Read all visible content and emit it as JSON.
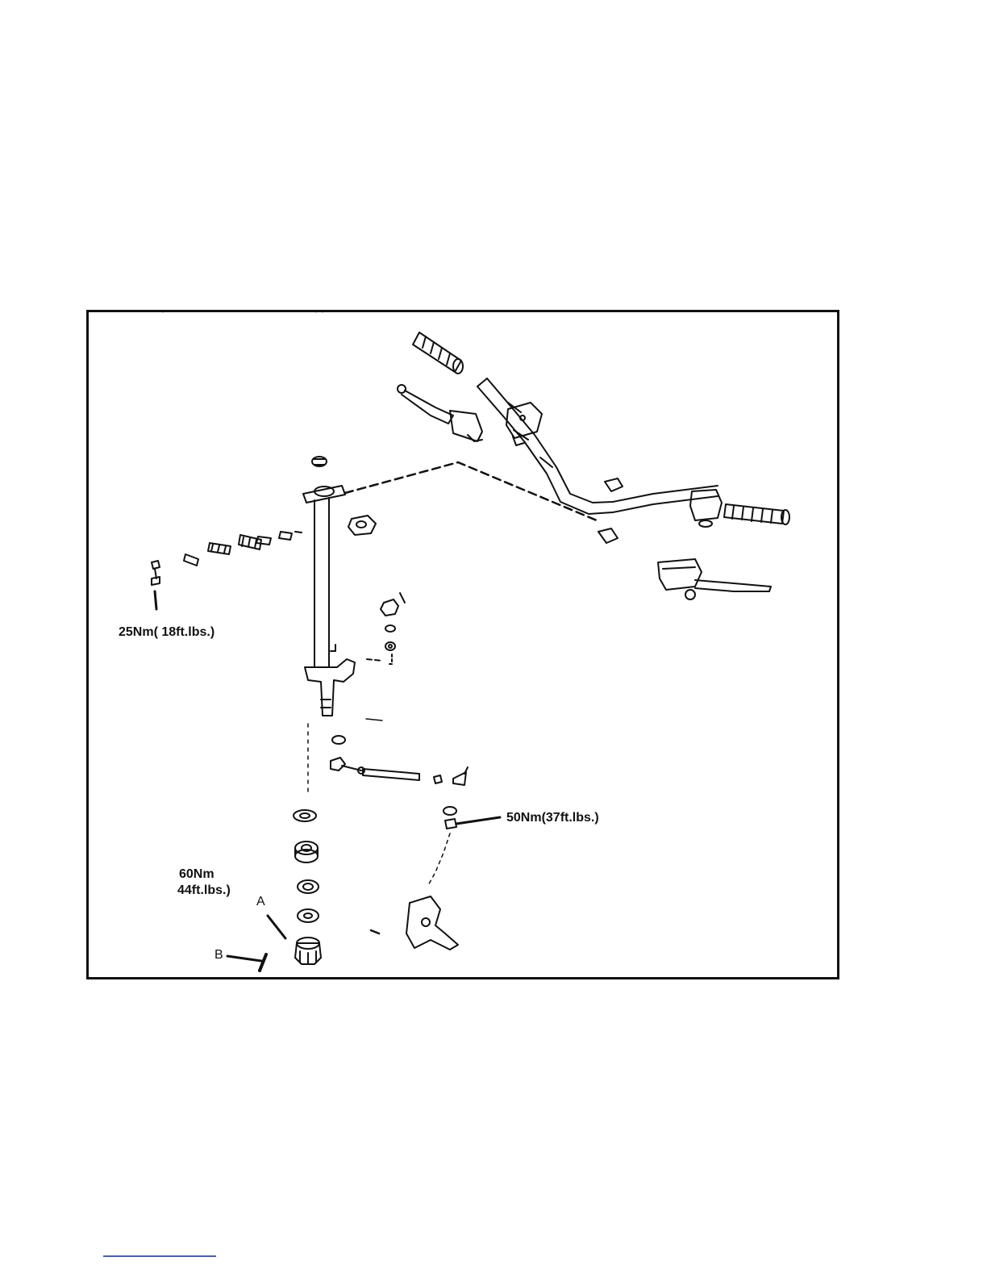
{
  "diagram": {
    "labels": {
      "torque_25": "25Nm( 18ft.lbs.)",
      "torque_50": "50Nm(37ft.lbs.)",
      "torque_60_line1": "60Nm",
      "torque_60_line2": "44ft.lbs.)",
      "callout_a": "A",
      "callout_b": "B"
    }
  },
  "colors": {
    "line": "#111111",
    "frame": "#111111",
    "link_underline": "#4a5fb0"
  }
}
